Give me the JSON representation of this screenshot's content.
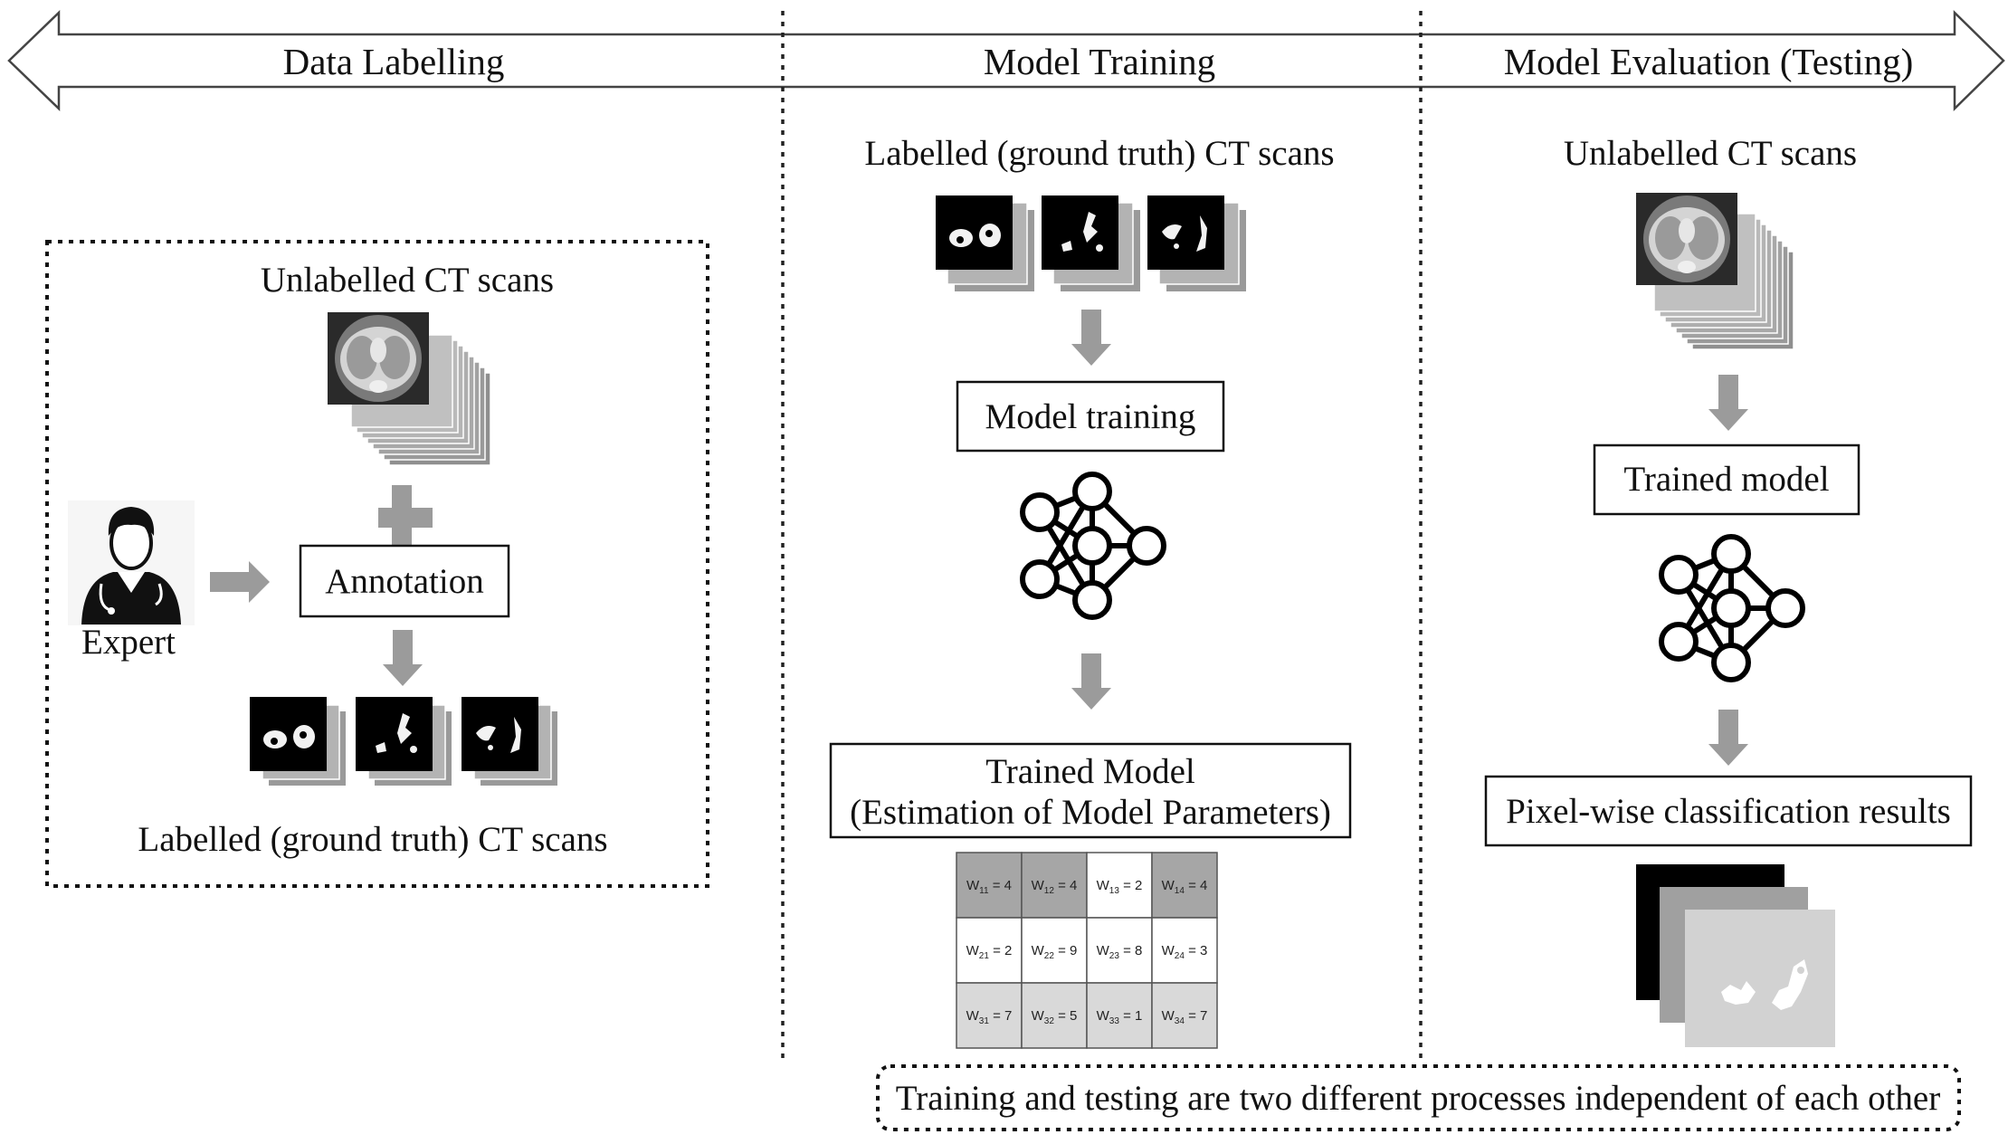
{
  "banner": {
    "phases": [
      "Data Labelling",
      "Model Training",
      "Model Evaluation (Testing)"
    ]
  },
  "labelling": {
    "unlabelled_title": "Unlabelled CT scans",
    "expert_label": "Expert",
    "annotation_label": "Annotation",
    "labelled_title": "Labelled (ground truth) CT scans"
  },
  "training": {
    "labelled_title": "Labelled (ground truth) CT scans",
    "model_training_label": "Model training",
    "trained_model_line1": "Trained Model",
    "trained_model_line2": "(Estimation of Model Parameters)",
    "weights": [
      [
        "W11 = 4",
        "W12 = 4",
        "W13 = 2",
        "W14 = 4"
      ],
      [
        "W21 = 2",
        "W22 = 9",
        "W23 = 8",
        "W24 = 3"
      ],
      [
        "W31 = 7",
        "W32 = 5",
        "W33 = 1",
        "W34 = 7"
      ]
    ]
  },
  "evaluation": {
    "unlabelled_title": "Unlabelled CT scans",
    "trained_model_label": "Trained model",
    "results_label": "Pixel-wise classification results"
  },
  "footer": {
    "note": "Training and testing are two different processes independent of each other"
  },
  "colors": {
    "arrow_gray": "#9b9b9b",
    "stack_gray": "#a8a8a8",
    "weight_row1": "#a6a6a6",
    "weight_row3": "#d9d9d9"
  }
}
